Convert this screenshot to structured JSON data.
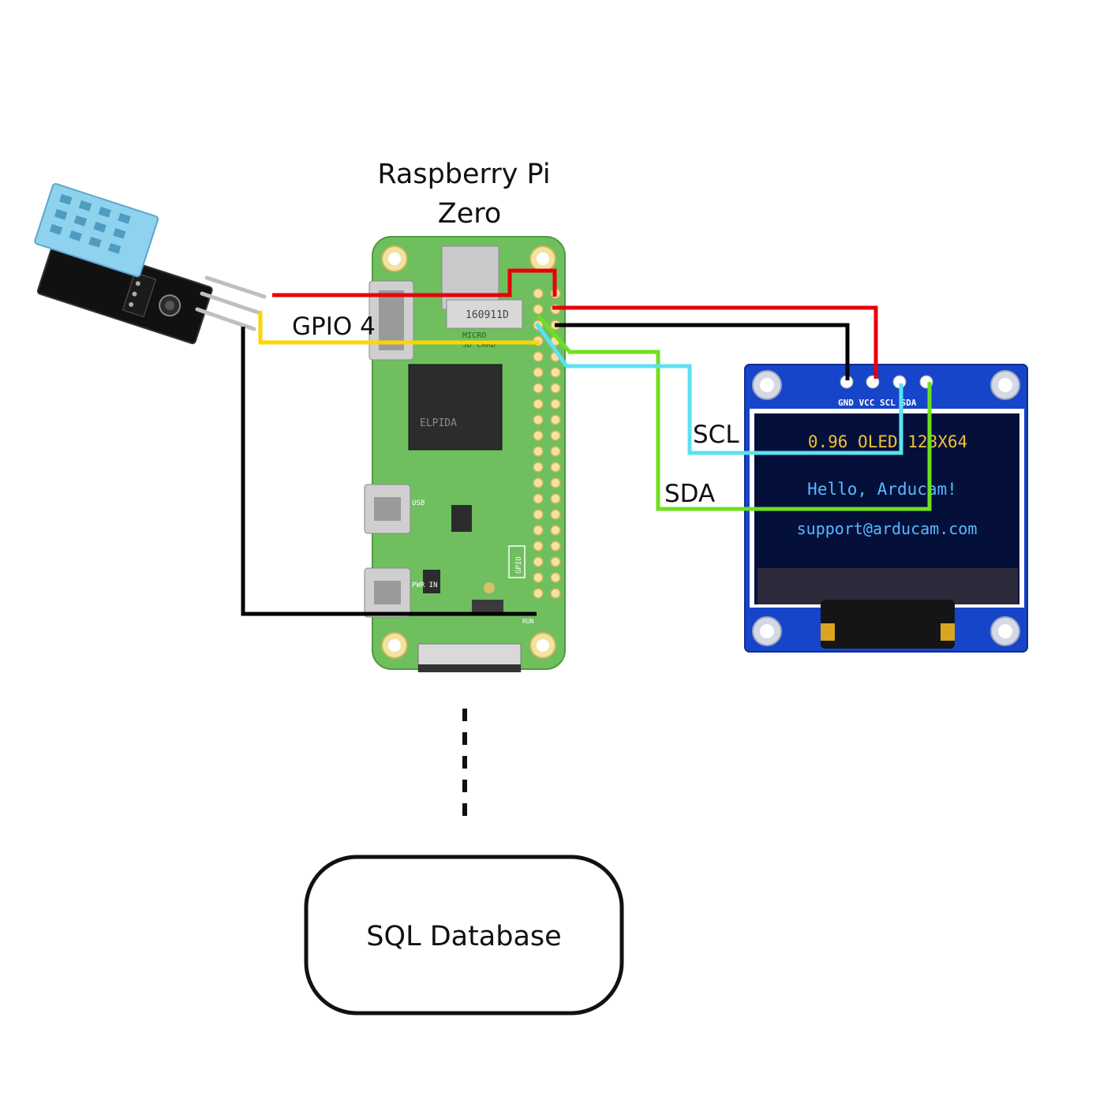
{
  "pi": {
    "title_line1": "Raspberry Pi",
    "title_line2": "Zero",
    "chip_text": "160911D",
    "sd_text_1": "MICRO",
    "sd_text_2": "SD CARD",
    "ram_text": "ELPIDA",
    "port_usb": "USB",
    "port_pwr": "PWR IN",
    "gpio_tag": "GPIO",
    "run_tag": "RUN"
  },
  "wires": {
    "gpio_label": "GPIO 4",
    "scl_label": "SCL",
    "sda_label": "SDA",
    "colors": {
      "power": "#e8000b",
      "ground": "#000000",
      "data": "#ffd400",
      "scl": "#5ce1f0",
      "sda": "#6fe01e"
    }
  },
  "oled": {
    "pins_label": "GND VCC SCL SDA",
    "line1": "0.96 OLED 128X64",
    "line2": "Hello, Arducam!",
    "line3": "support@arducam.com",
    "colors": {
      "board": "#1745c9",
      "screen": "#04103a",
      "yellow_text": "#f1c232",
      "blue_text": "#5ab8ff"
    }
  },
  "database": {
    "label": "SQL Database"
  },
  "sensor": {
    "icon": "dht11-sensor-icon"
  }
}
